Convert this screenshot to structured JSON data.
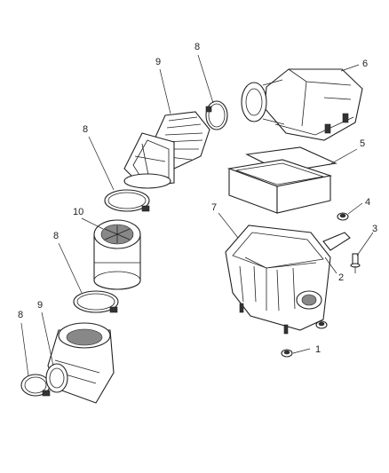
{
  "diagram": {
    "callouts": [
      {
        "id": "c1",
        "text": "1"
      },
      {
        "id": "c2",
        "text": "2"
      },
      {
        "id": "c3",
        "text": "3"
      },
      {
        "id": "c4",
        "text": "4"
      },
      {
        "id": "c5",
        "text": "5"
      },
      {
        "id": "c6",
        "text": "6"
      },
      {
        "id": "c7",
        "text": "7"
      },
      {
        "id": "c8a",
        "text": "8"
      },
      {
        "id": "c8b",
        "text": "8"
      },
      {
        "id": "c8c",
        "text": "8"
      },
      {
        "id": "c8d",
        "text": "8"
      },
      {
        "id": "c9a",
        "text": "9"
      },
      {
        "id": "c9b",
        "text": "9"
      },
      {
        "id": "c10",
        "text": "10"
      }
    ]
  }
}
